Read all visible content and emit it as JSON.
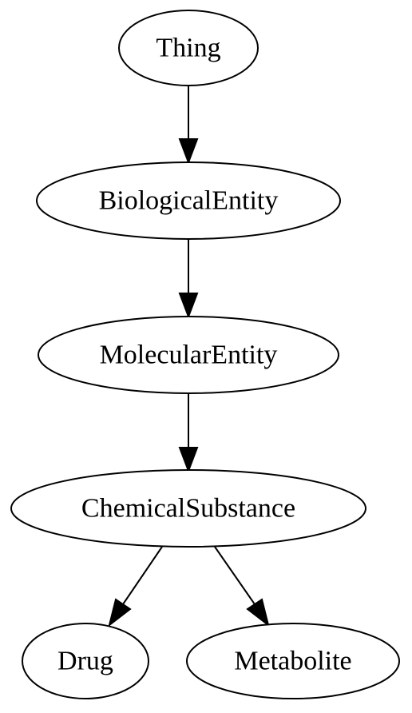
{
  "diagram": {
    "nodes": [
      {
        "id": "thing",
        "label": "Thing"
      },
      {
        "id": "biological-entity",
        "label": "BiologicalEntity"
      },
      {
        "id": "molecular-entity",
        "label": "MolecularEntity"
      },
      {
        "id": "chemical-substance",
        "label": "ChemicalSubstance"
      },
      {
        "id": "drug",
        "label": "Drug"
      },
      {
        "id": "metabolite",
        "label": "Metabolite"
      }
    ],
    "edges": [
      {
        "from": "thing",
        "to": "biological-entity"
      },
      {
        "from": "biological-entity",
        "to": "molecular-entity"
      },
      {
        "from": "molecular-entity",
        "to": "chemical-substance"
      },
      {
        "from": "chemical-substance",
        "to": "drug"
      },
      {
        "from": "chemical-substance",
        "to": "metabolite"
      }
    ]
  }
}
